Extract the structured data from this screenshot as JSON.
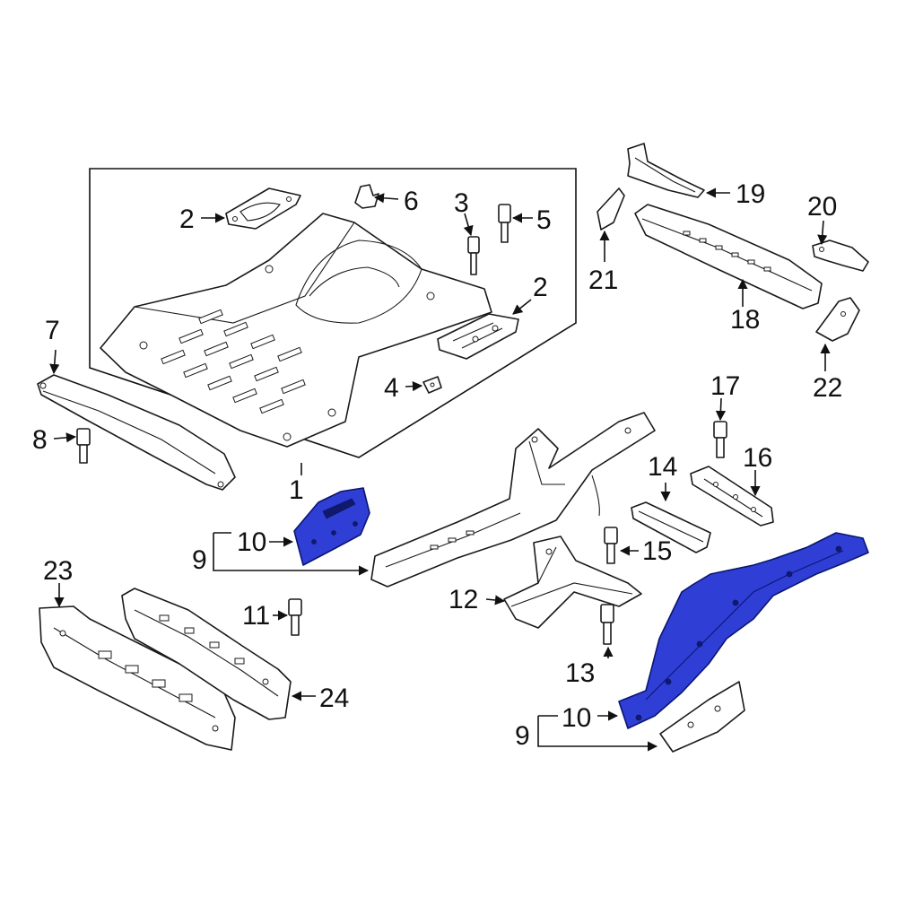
{
  "callouts": {
    "c1": "1",
    "c2a": "2",
    "c2b": "2",
    "c3": "3",
    "c4": "4",
    "c5": "5",
    "c6": "6",
    "c7": "7",
    "c8": "8",
    "c9a": "9",
    "c9b": "9",
    "c10a": "10",
    "c10b": "10",
    "c11": "11",
    "c12": "12",
    "c13": "13",
    "c14": "14",
    "c15": "15",
    "c16": "16",
    "c17": "17",
    "c18": "18",
    "c19": "19",
    "c20": "20",
    "c21": "21",
    "c22": "22",
    "c23": "23",
    "c24": "24"
  },
  "colors": {
    "highlight": "#2f3fd6",
    "outline": "#1a1a1a",
    "background": "#ffffff"
  }
}
